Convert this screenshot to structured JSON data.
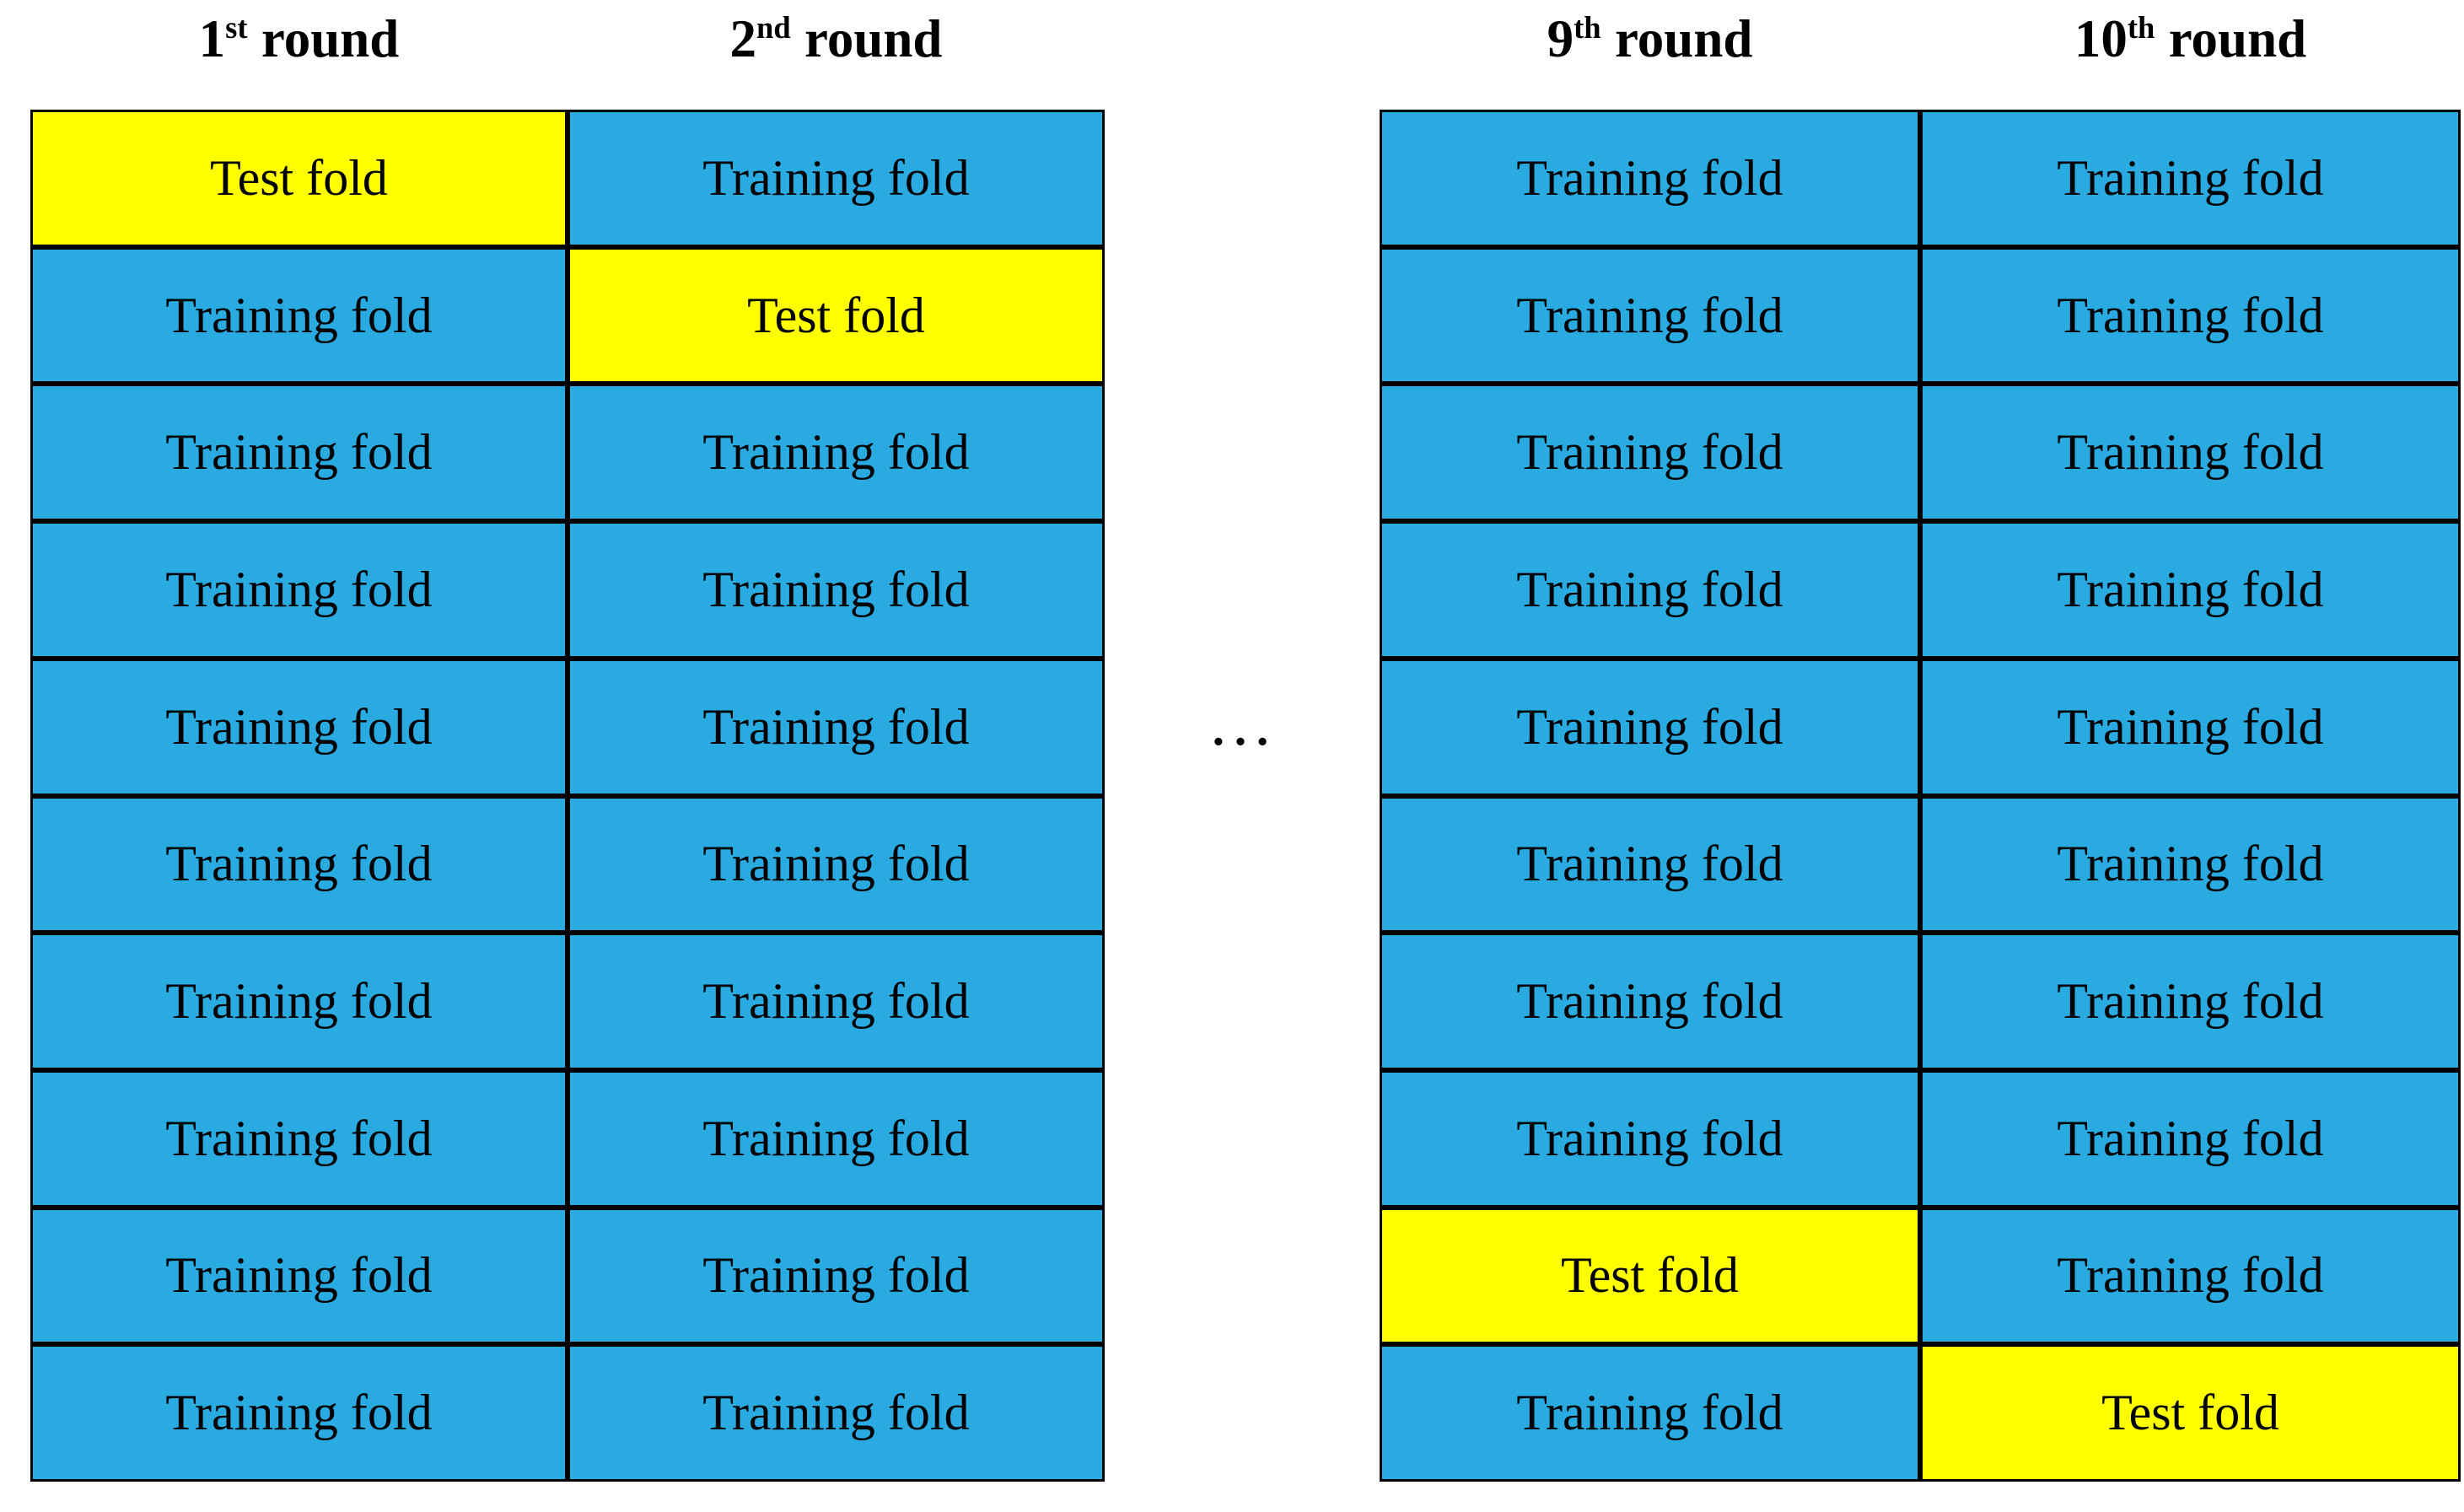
{
  "labels": {
    "test": "Test fold",
    "training": "Training fold"
  },
  "ellipsis": "…",
  "rows_per_column": 10,
  "colors": {
    "test_fold": "#FFFF00",
    "training_fold": "#29ABE2",
    "border": "#000000",
    "text": "#000000"
  },
  "tables": [
    {
      "side": "left",
      "columns": [
        {
          "title_number": "1",
          "title_suffix": "st",
          "title_word": "round",
          "test_row": 1
        },
        {
          "title_number": "2",
          "title_suffix": "nd",
          "title_word": "round",
          "test_row": 2
        }
      ]
    },
    {
      "side": "right",
      "columns": [
        {
          "title_number": "9",
          "title_suffix": "th",
          "title_word": "round",
          "test_row": 9
        },
        {
          "title_number": "10",
          "title_suffix": "th",
          "title_word": "round",
          "test_row": 10
        }
      ]
    }
  ]
}
